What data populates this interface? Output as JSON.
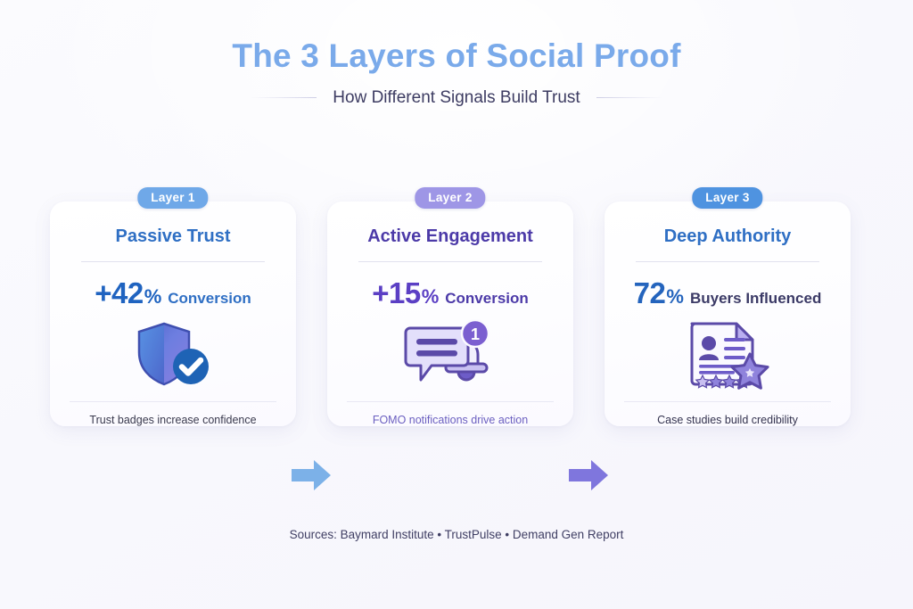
{
  "header": {
    "title": "The 3 Layers of Social Proof",
    "subtitle": "How Different Signals Build Trust"
  },
  "colors": {
    "title": "#7aaaea",
    "subtitle": "#3d3c62",
    "background": "#fafaff",
    "blue_accent": "#2f6fc4",
    "purple_accent": "#5b3fc4",
    "badge1": "#6fa8e8",
    "badge2": "#9e96e6",
    "badge3": "#4f93e0",
    "arrow1": "#7cb1e8",
    "arrow2": "#7f76dd"
  },
  "cards": [
    {
      "badge": "Layer 1",
      "title": "Passive Trust",
      "stat_number": "+42",
      "stat_percent": "%",
      "stat_label": "Conversion",
      "icon": "shield-check-icon",
      "caption": "Trust badges increase confidence",
      "title_color": "#2f6fc4",
      "stat_color": "#1f63c0",
      "label_color": "#2f6fc4",
      "caption_color": "#3a3a4e"
    },
    {
      "badge": "Layer 2",
      "title": "Active Engagement",
      "stat_number": "+15",
      "stat_percent": "%",
      "stat_label": "Conversion",
      "icon": "chat-bell-notification-icon",
      "icon_badge_count": "1",
      "caption": "FOMO notifications drive action",
      "title_color": "#4c3aa8",
      "stat_color": "#5b3fc4",
      "label_color": "#4c3aa8",
      "caption_color": "#6b5fc0"
    },
    {
      "badge": "Layer 3",
      "title": "Deep Authority",
      "stat_number": "72",
      "stat_percent": "%",
      "stat_label": "Buyers Influenced",
      "icon": "case-study-document-stars-icon",
      "caption": "Case studies build credibility",
      "title_color": "#2f6fc4",
      "stat_color": "#2464bd",
      "label_color": "#3b3a66",
      "caption_color": "#34334f"
    }
  ],
  "arrows": [
    {
      "name": "arrow-layer1-to-layer2",
      "color": "#7cb1e8"
    },
    {
      "name": "arrow-layer2-to-layer3",
      "color": "#7f76dd"
    }
  ],
  "footer": {
    "sources": "Sources: Baymard Institute • TrustPulse • Demand Gen Report"
  }
}
